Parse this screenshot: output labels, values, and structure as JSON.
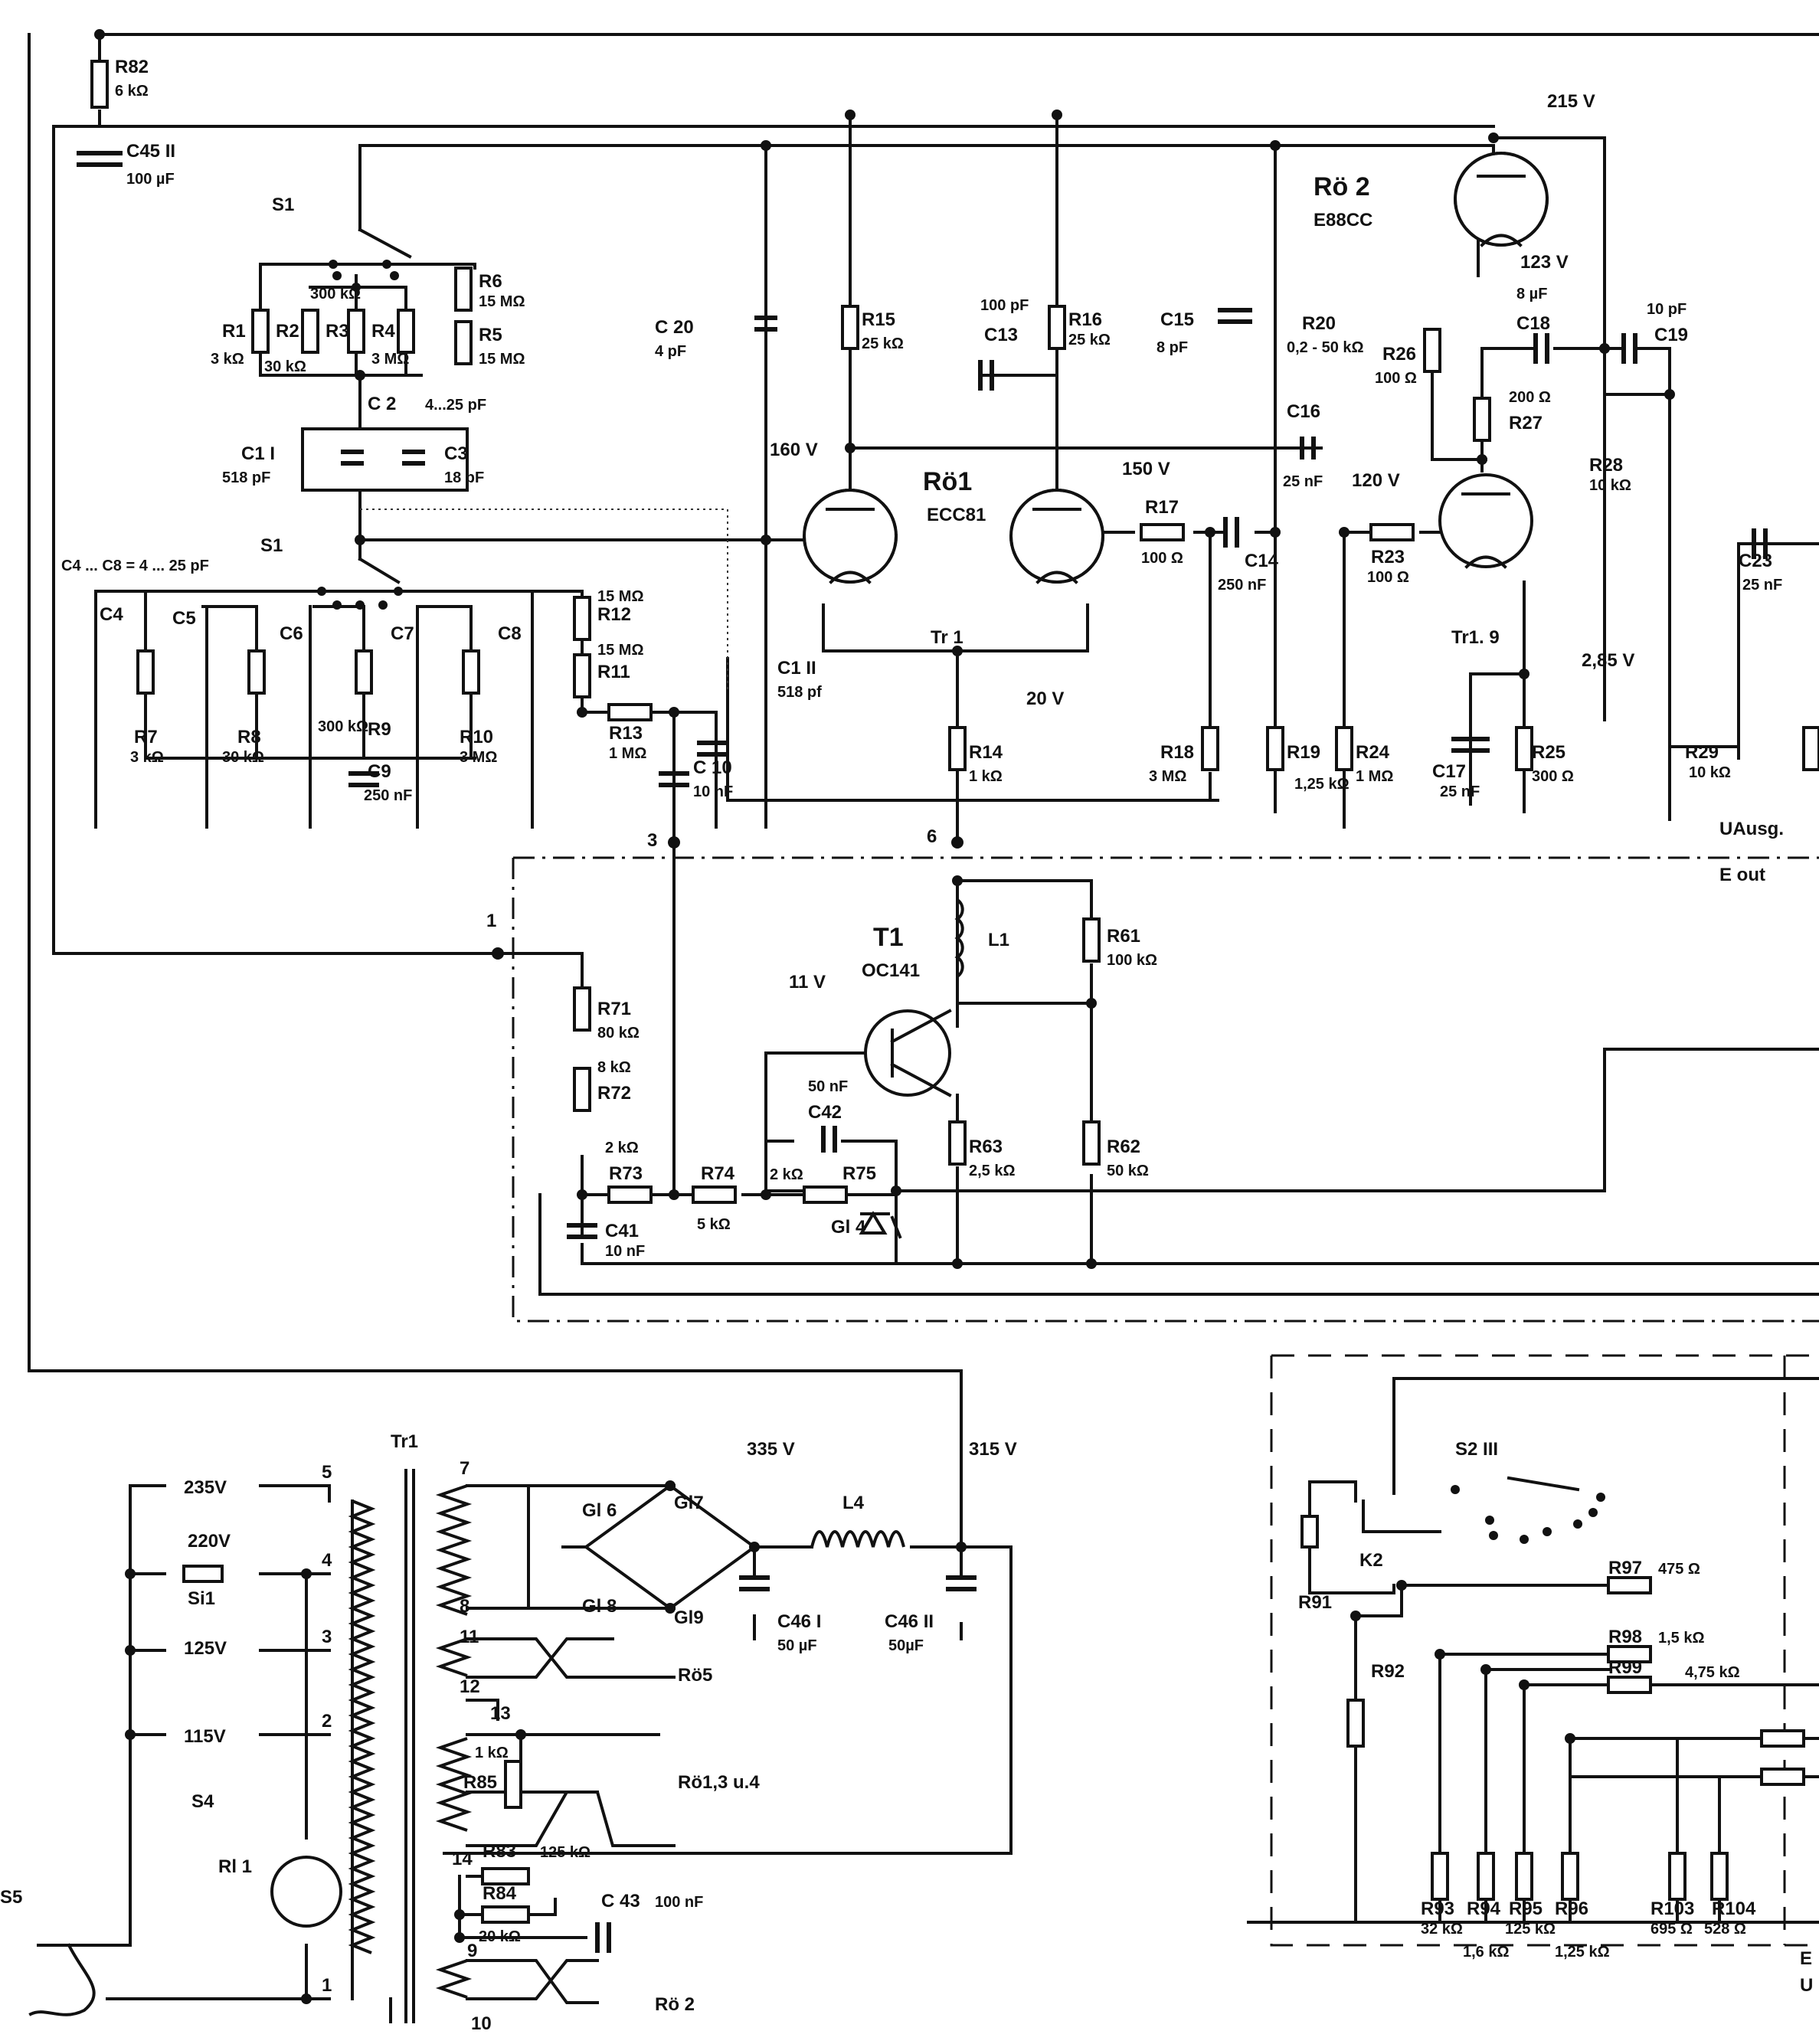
{
  "figure": {
    "labels": [
      {
        "id": "r82",
        "text": "R82"
      },
      {
        "id": "r82v",
        "text": "6 kΩ"
      },
      {
        "id": "c45",
        "text": "C45 II"
      },
      {
        "id": "c45v",
        "text": "100 µF"
      },
      {
        "id": "s1a",
        "text": "S1"
      },
      {
        "id": "s1b",
        "text": "S1"
      },
      {
        "id": "r1",
        "text": "R1"
      },
      {
        "id": "r1v",
        "text": "3 kΩ"
      },
      {
        "id": "r2",
        "text": "R2"
      },
      {
        "id": "r2v",
        "text": "30 kΩ"
      },
      {
        "id": "r3",
        "text": "R3"
      },
      {
        "id": "r3v",
        "text": "300 kΩ"
      },
      {
        "id": "r4",
        "text": "R4"
      },
      {
        "id": "r4v",
        "text": "3 MΩ"
      },
      {
        "id": "r6",
        "text": "R6"
      },
      {
        "id": "r6v",
        "text": "15 MΩ"
      },
      {
        "id": "r5",
        "text": "R5"
      },
      {
        "id": "r5v",
        "text": "15 MΩ"
      },
      {
        "id": "c2",
        "text": "C 2"
      },
      {
        "id": "c2v",
        "text": "4...25 pF"
      },
      {
        "id": "c1",
        "text": "C1 I"
      },
      {
        "id": "c1v",
        "text": "518 pF"
      },
      {
        "id": "c3",
        "text": "C3"
      },
      {
        "id": "c3v",
        "text": "18 pF"
      },
      {
        "id": "c4c8",
        "text": "C4 ... C8 = 4 ... 25 pF"
      },
      {
        "id": "c4",
        "text": "C4"
      },
      {
        "id": "c5",
        "text": "C5"
      },
      {
        "id": "c6",
        "text": "C6"
      },
      {
        "id": "c7",
        "text": "C7"
      },
      {
        "id": "c8",
        "text": "C8"
      },
      {
        "id": "r7",
        "text": "R7"
      },
      {
        "id": "r7v",
        "text": "3 kΩ"
      },
      {
        "id": "r8",
        "text": "R8"
      },
      {
        "id": "r8v",
        "text": "30 kΩ"
      },
      {
        "id": "r9",
        "text": "R9"
      },
      {
        "id": "r9v",
        "text": "300 kΩ"
      },
      {
        "id": "c9",
        "text": "C9"
      },
      {
        "id": "c9v",
        "text": "250 nF"
      },
      {
        "id": "r10",
        "text": "R10"
      },
      {
        "id": "r10v",
        "text": "3 MΩ"
      },
      {
        "id": "r12",
        "text": "R12"
      },
      {
        "id": "r12v",
        "text": "15 MΩ"
      },
      {
        "id": "r11",
        "text": "R11"
      },
      {
        "id": "r11v",
        "text": "15 MΩ"
      },
      {
        "id": "r13",
        "text": "R13"
      },
      {
        "id": "r13v",
        "text": "1 MΩ"
      },
      {
        "id": "c10",
        "text": "C 10"
      },
      {
        "id": "c10v",
        "text": "10 nF"
      },
      {
        "id": "c20",
        "text": "C 20"
      },
      {
        "id": "c20v",
        "text": "4 pF"
      },
      {
        "id": "r15",
        "text": "R15"
      },
      {
        "id": "r15v",
        "text": "25 kΩ"
      },
      {
        "id": "r16",
        "text": "R16"
      },
      {
        "id": "r16v",
        "text": "25 kΩ"
      },
      {
        "id": "c13",
        "text": "C13"
      },
      {
        "id": "c13v",
        "text": "100 pF"
      },
      {
        "id": "c15",
        "text": "C15"
      },
      {
        "id": "c15v",
        "text": "8 pF"
      },
      {
        "id": "r20",
        "text": "R20"
      },
      {
        "id": "r20v",
        "text": "0,2 - 50 kΩ"
      },
      {
        "id": "v160",
        "text": "160 V"
      },
      {
        "id": "v150",
        "text": "150 V"
      },
      {
        "id": "ro1",
        "text": "Rö1"
      },
      {
        "id": "ecc81",
        "text": "ECC81"
      },
      {
        "id": "r17",
        "text": "R17"
      },
      {
        "id": "r17v",
        "text": "100 Ω"
      },
      {
        "id": "c14",
        "text": "C14"
      },
      {
        "id": "c14v",
        "text": "250 nF"
      },
      {
        "id": "c16",
        "text": "C16"
      },
      {
        "id": "c16v",
        "text": "25 nF"
      },
      {
        "id": "c1ii",
        "text": "C1 II"
      },
      {
        "id": "c1iiv",
        "text": "518 pf"
      },
      {
        "id": "tr1a",
        "text": "Tr 1"
      },
      {
        "id": "v20",
        "text": "20 V"
      },
      {
        "id": "r14",
        "text": "R14"
      },
      {
        "id": "r14v",
        "text": "1 kΩ"
      },
      {
        "id": "r18",
        "text": "R18"
      },
      {
        "id": "r18v",
        "text": "3 MΩ"
      },
      {
        "id": "r19",
        "text": "R19"
      },
      {
        "id": "r19v",
        "text": "1,25 kΩ"
      },
      {
        "id": "r24",
        "text": "R24"
      },
      {
        "id": "r24v",
        "text": "1 MΩ"
      },
      {
        "id": "v215",
        "text": "215 V"
      },
      {
        "id": "ro2",
        "text": "Rö 2"
      },
      {
        "id": "e88cc",
        "text": "E88CC"
      },
      {
        "id": "v123",
        "text": "123 V"
      },
      {
        "id": "c18",
        "text": "C18"
      },
      {
        "id": "c18v",
        "text": "8 µF"
      },
      {
        "id": "c19",
        "text": "C19"
      },
      {
        "id": "c19v",
        "text": "10 pF"
      },
      {
        "id": "r26",
        "text": "R26"
      },
      {
        "id": "r26v",
        "text": "100 Ω"
      },
      {
        "id": "r27",
        "text": "R27"
      },
      {
        "id": "r27v",
        "text": "200 Ω"
      },
      {
        "id": "r28",
        "text": "R28"
      },
      {
        "id": "r28v",
        "text": "10 kΩ"
      },
      {
        "id": "v120",
        "text": "120 V"
      },
      {
        "id": "r23",
        "text": "R23"
      },
      {
        "id": "r23v",
        "text": "100 Ω"
      },
      {
        "id": "tr19",
        "text": "Tr1. 9"
      },
      {
        "id": "v285",
        "text": "2,85 V"
      },
      {
        "id": "c17",
        "text": "C17"
      },
      {
        "id": "c17v",
        "text": "25 nF"
      },
      {
        "id": "r25",
        "text": "R25"
      },
      {
        "id": "r25v",
        "text": "300 Ω"
      },
      {
        "id": "r29",
        "text": "R29"
      },
      {
        "id": "r29v",
        "text": "10 kΩ"
      },
      {
        "id": "c23",
        "text": "C23"
      },
      {
        "id": "c23v",
        "text": "25 nF"
      },
      {
        "id": "uausg",
        "text": "UAusg."
      },
      {
        "id": "eout",
        "text": "E out"
      },
      {
        "id": "t1",
        "text": "T1"
      },
      {
        "id": "oc141",
        "text": "OC141"
      },
      {
        "id": "l1",
        "text": "L1"
      },
      {
        "id": "r61",
        "text": "R61"
      },
      {
        "id": "r61v",
        "text": "100 kΩ"
      },
      {
        "id": "v11",
        "text": "11 V"
      },
      {
        "id": "r71",
        "text": "R71"
      },
      {
        "id": "r71v",
        "text": "80 kΩ"
      },
      {
        "id": "r72",
        "text": "R72"
      },
      {
        "id": "r72v",
        "text": "8 kΩ"
      },
      {
        "id": "c42",
        "text": "C42"
      },
      {
        "id": "c42v",
        "text": "50 nF"
      },
      {
        "id": "r63",
        "text": "R63"
      },
      {
        "id": "r63v",
        "text": "2,5 kΩ"
      },
      {
        "id": "r62",
        "text": "R62"
      },
      {
        "id": "r62v",
        "text": "50 kΩ"
      },
      {
        "id": "r73",
        "text": "R73"
      },
      {
        "id": "r73v",
        "text": "2 kΩ"
      },
      {
        "id": "r74",
        "text": "R74"
      },
      {
        "id": "r74v",
        "text": "5 kΩ"
      },
      {
        "id": "r75",
        "text": "R75"
      },
      {
        "id": "r75v",
        "text": "2 kΩ"
      },
      {
        "id": "c41",
        "text": "C41"
      },
      {
        "id": "c41v",
        "text": "10 nF"
      },
      {
        "id": "gl4",
        "text": "Gl 4"
      },
      {
        "id": "tr1b",
        "text": "Tr1"
      },
      {
        "id": "v235",
        "text": "235V"
      },
      {
        "id": "v220",
        "text": "220V"
      },
      {
        "id": "si1",
        "text": "Si1"
      },
      {
        "id": "v125",
        "text": "125V"
      },
      {
        "id": "v115",
        "text": "115V"
      },
      {
        "id": "s4",
        "text": "S4"
      },
      {
        "id": "rl1",
        "text": "Rl 1"
      },
      {
        "id": "s5",
        "text": "S5"
      },
      {
        "id": "gl6",
        "text": "Gl 6"
      },
      {
        "id": "gl7",
        "text": "Gl7"
      },
      {
        "id": "gl8",
        "text": "Gl 8"
      },
      {
        "id": "gl9",
        "text": "Gl9"
      },
      {
        "id": "v335",
        "text": "335 V"
      },
      {
        "id": "v315",
        "text": "315 V"
      },
      {
        "id": "l4",
        "text": "L4"
      },
      {
        "id": "c46i",
        "text": "C46 I"
      },
      {
        "id": "c46iv",
        "text": "50 µF"
      },
      {
        "id": "c46ii",
        "text": "C46 II"
      },
      {
        "id": "c46iiv",
        "text": "50µF"
      },
      {
        "id": "ro5",
        "text": "Rö5"
      },
      {
        "id": "ro134",
        "text": "Rö1,3 u.4"
      },
      {
        "id": "ro2b",
        "text": "Rö 2"
      },
      {
        "id": "r85",
        "text": "R85"
      },
      {
        "id": "r85v",
        "text": "1 kΩ"
      },
      {
        "id": "r83",
        "text": "R83"
      },
      {
        "id": "r83v",
        "text": "125 kΩ"
      },
      {
        "id": "r84",
        "text": "R84"
      },
      {
        "id": "r84v",
        "text": "20 kΩ"
      },
      {
        "id": "c43",
        "text": "C 43"
      },
      {
        "id": "c43v",
        "text": "100 nF"
      },
      {
        "id": "s2",
        "text": "S2 III"
      },
      {
        "id": "k2",
        "text": "K2"
      },
      {
        "id": "r91",
        "text": "R91"
      },
      {
        "id": "r92",
        "text": "R92"
      },
      {
        "id": "r97",
        "text": "R97"
      },
      {
        "id": "r97v",
        "text": "475 Ω"
      },
      {
        "id": "r98",
        "text": "R98"
      },
      {
        "id": "r98v",
        "text": "1,5 kΩ"
      },
      {
        "id": "r99",
        "text": "R99"
      },
      {
        "id": "r99v",
        "text": "4,75 kΩ"
      },
      {
        "id": "r93",
        "text": "R93"
      },
      {
        "id": "r93v",
        "text": "32 kΩ"
      },
      {
        "id": "r94",
        "text": "R94"
      },
      {
        "id": "r94v",
        "text": "1,6 kΩ"
      },
      {
        "id": "r95",
        "text": "R95"
      },
      {
        "id": "r95v",
        "text": "125 kΩ"
      },
      {
        "id": "r96",
        "text": "R96"
      },
      {
        "id": "r96v",
        "text": "1,25 kΩ"
      },
      {
        "id": "r103",
        "text": "R103"
      },
      {
        "id": "r103v",
        "text": "695 Ω"
      },
      {
        "id": "r104",
        "text": "R104"
      },
      {
        "id": "r104v",
        "text": "528 Ω"
      },
      {
        "id": "e",
        "text": "E"
      },
      {
        "id": "u",
        "text": "U"
      },
      {
        "id": "w5",
        "text": "5"
      },
      {
        "id": "w4",
        "text": "4"
      },
      {
        "id": "w3",
        "text": "3"
      },
      {
        "id": "w2",
        "text": "2"
      },
      {
        "id": "w1",
        "text": "1"
      },
      {
        "id": "s7",
        "text": "7"
      },
      {
        "id": "s8",
        "text": "8"
      },
      {
        "id": "s11",
        "text": "11"
      },
      {
        "id": "s12",
        "text": "12"
      },
      {
        "id": "s13",
        "text": "13"
      },
      {
        "id": "s14",
        "text": "14"
      },
      {
        "id": "s9",
        "text": "9"
      },
      {
        "id": "s10",
        "text": "10"
      },
      {
        "id": "n1",
        "text": "1"
      },
      {
        "id": "n3",
        "text": "3"
      },
      {
        "id": "n6",
        "text": "6"
      }
    ]
  }
}
